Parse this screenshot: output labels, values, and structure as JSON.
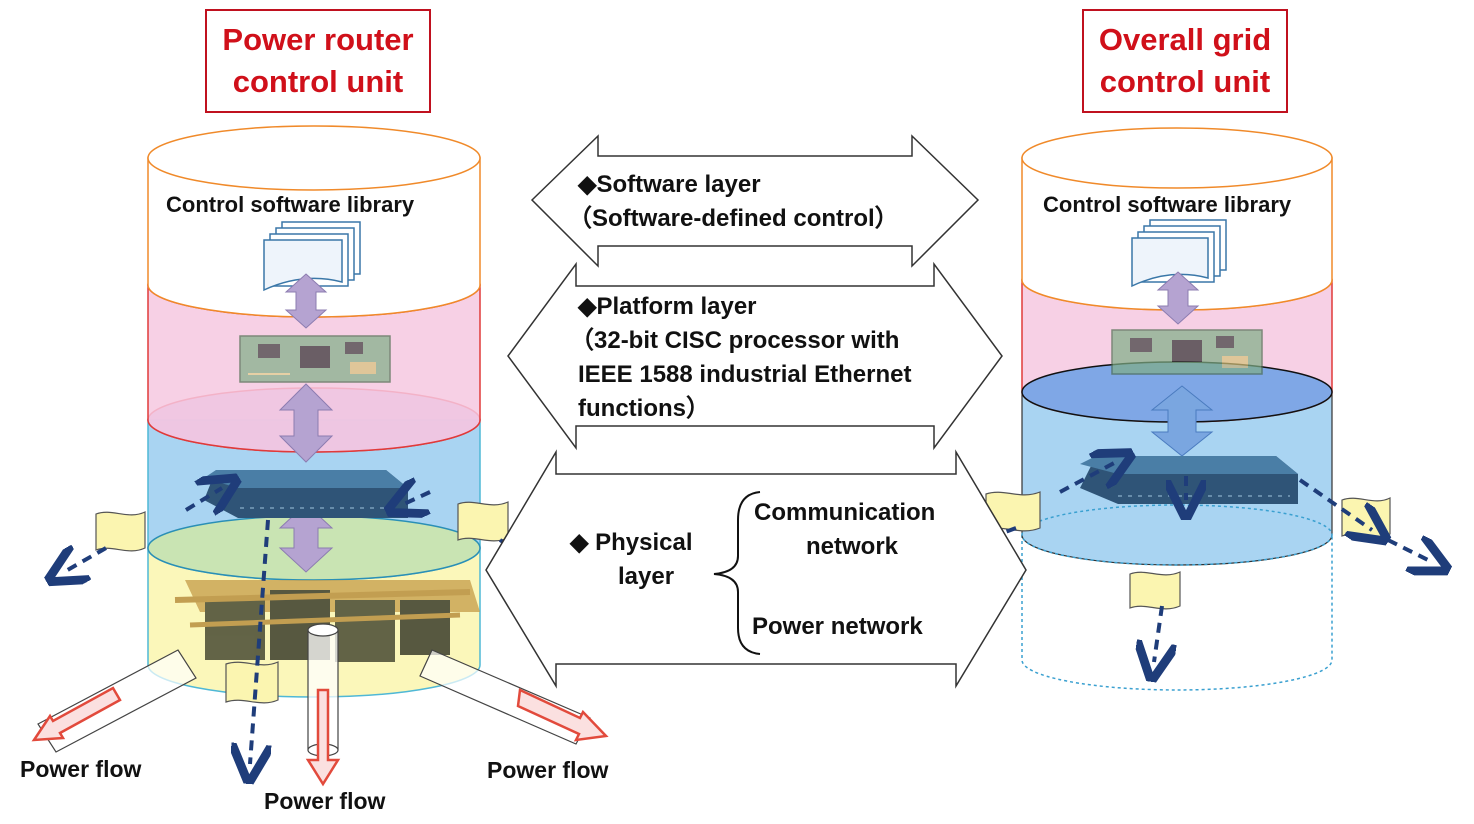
{
  "titles": {
    "left_line1": "Power router",
    "left_line2": "control unit",
    "right_line1": "Overall grid",
    "right_line2": "control unit"
  },
  "left_cylinder": {
    "library_label": "Control software library"
  },
  "right_cylinder": {
    "library_label": "Control software library"
  },
  "layers": {
    "software": {
      "line1": "◆Software layer",
      "line2": "（Software-defined control）"
    },
    "platform": {
      "line1": "◆Platform layer",
      "line2": "（32-bit CISC processor with",
      "line3": "IEEE 1588 industrial Ethernet",
      "line4": "functions）"
    },
    "physical": {
      "bullet": "◆ Physical",
      "line2": "layer",
      "communication_line1": "Communication",
      "communication_line2": "network",
      "power": "Power network"
    }
  },
  "flows": {
    "left": "Power flow",
    "center": "Power flow",
    "right": "Power flow"
  },
  "colors": {
    "title_red": "#d0101a",
    "software_layer": "#ffffff",
    "platform_layer": "#f6c8e0",
    "comm_layer": "#a9d4f2",
    "physical_layer": "#fbf6b2",
    "arrow_purple": "#b5a3d1",
    "dashed_arrow": "#1f3d7a",
    "pipe_arrow": "#e24a3c"
  },
  "icons": {
    "documents": "document-stack-icon",
    "board": "circuit-board-icon",
    "router": "network-router-icon",
    "converter": "power-converter-icon",
    "packet": "data-packet-icon"
  }
}
